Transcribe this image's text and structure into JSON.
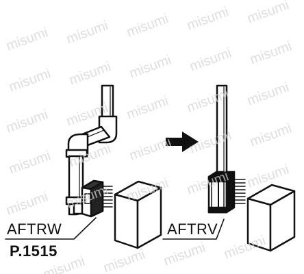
{
  "left_label": "AFTRW",
  "left_page_ref": "P.1515",
  "right_label": "AFTRV",
  "watermark": "misumi",
  "colors": {
    "line": "#111111",
    "fill": "#ffffff",
    "watermark": "#d3d3d3"
  }
}
